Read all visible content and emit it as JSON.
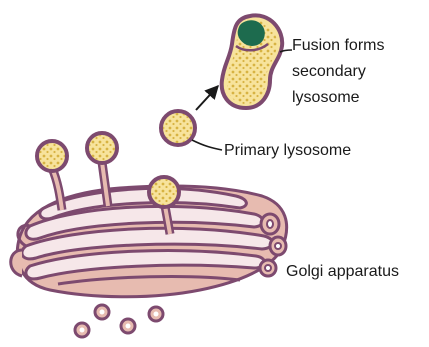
{
  "labels": {
    "secondary_lysosome": [
      "Fusion forms",
      "secondary",
      "lysosome"
    ],
    "primary_lysosome": "Primary lysosome",
    "golgi": "Golgi apparatus"
  },
  "colors": {
    "membrane": "#7d4a6f",
    "lumen": "#e3b3a8",
    "cistern_inner": "#f6e7e9",
    "vesicle_content": "#f7e39c",
    "granule": "#d9b84a",
    "inclusion": "#1d6b4e",
    "arrow": "#1a1a1a"
  }
}
